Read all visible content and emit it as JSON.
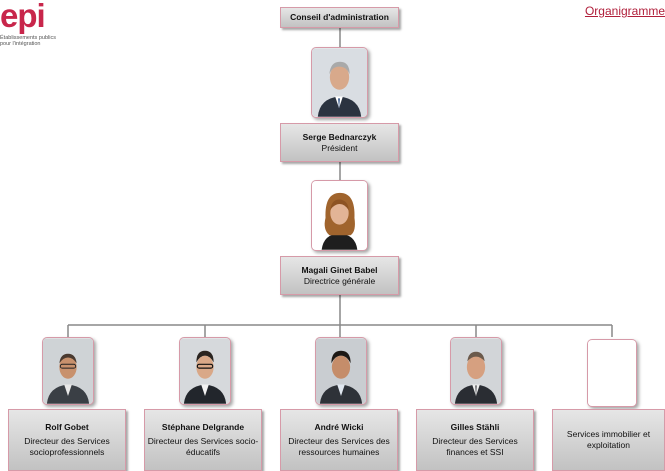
{
  "logo": {
    "word": "epi",
    "tagline": "Établissements publics pour l'intégration"
  },
  "page": {
    "title": "Organigramme"
  },
  "board": {
    "label": "Conseil d'administration"
  },
  "president": {
    "name": "Serge Bednarczyk",
    "role": "Président",
    "photo_icon": "portrait-photo"
  },
  "director_general": {
    "name": "Magali Ginet Babel",
    "role": "Directrice générale",
    "photo_icon": "portrait-photo"
  },
  "departments": [
    {
      "name": "Rolf Gobet",
      "role": "Directeur des Services socioprofessionnels",
      "photo_icon": "portrait-photo"
    },
    {
      "name": "Stéphane Delgrande",
      "role": "Directeur des Services socio-éducatifs",
      "photo_icon": "portrait-photo"
    },
    {
      "name": "André Wicki",
      "role": "Directeur des Services des ressources humaines",
      "photo_icon": "portrait-photo"
    },
    {
      "name": "Gilles Stähli",
      "role": "Directeur des Services finances et SSI",
      "photo_icon": "portrait-photo"
    },
    {
      "name": "",
      "role": "Services immobilier et exploitation",
      "photo_icon": "empty-photo-frame"
    }
  ],
  "colors": {
    "brand": "#c8264b",
    "title": "#b01e3a",
    "border": "#d69aa8",
    "box": "#d4d4d4",
    "connector": "#888888"
  }
}
